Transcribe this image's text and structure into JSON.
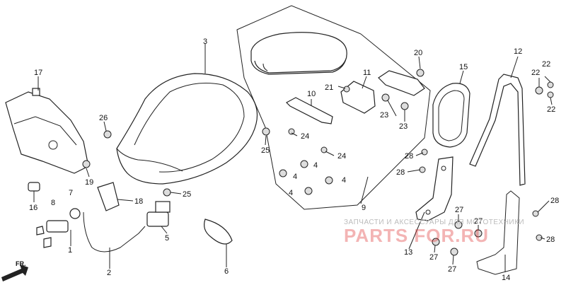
{
  "labels": {
    "p1": "1",
    "p2": "2",
    "p3": "3",
    "p4a": "4",
    "p4b": "4",
    "p4c": "4",
    "p4d": "4",
    "p5": "5",
    "p6": "6",
    "p7": "7",
    "p8": "8",
    "p9": "9",
    "p10": "10",
    "p11": "11",
    "p12": "12",
    "p13": "13",
    "p14": "14",
    "p15": "15",
    "p16": "16",
    "p17": "17",
    "p18": "18",
    "p19": "19",
    "p20": "20",
    "p21": "21",
    "p22a": "22",
    "p22b": "22",
    "p22c": "22",
    "p23a": "23",
    "p23b": "23",
    "p24a": "24",
    "p24b": "24",
    "p25a": "25",
    "p25b": "25",
    "p26": "26",
    "p27a": "27",
    "p27b": "27",
    "p27c": "27",
    "p27d": "27",
    "p28a": "28",
    "p28b": "28",
    "p28c": "28",
    "p28d": "28"
  },
  "direction_label": "FR.",
  "watermark": {
    "text": "ЗАПЧАСТИ И АКСЕССУАРЫ ДЛЯ МОТОТЕХНИКИ",
    "brand": "PARTS FOR.RU"
  },
  "colors": {
    "line": "#222222",
    "watermark": "#dc2828"
  }
}
